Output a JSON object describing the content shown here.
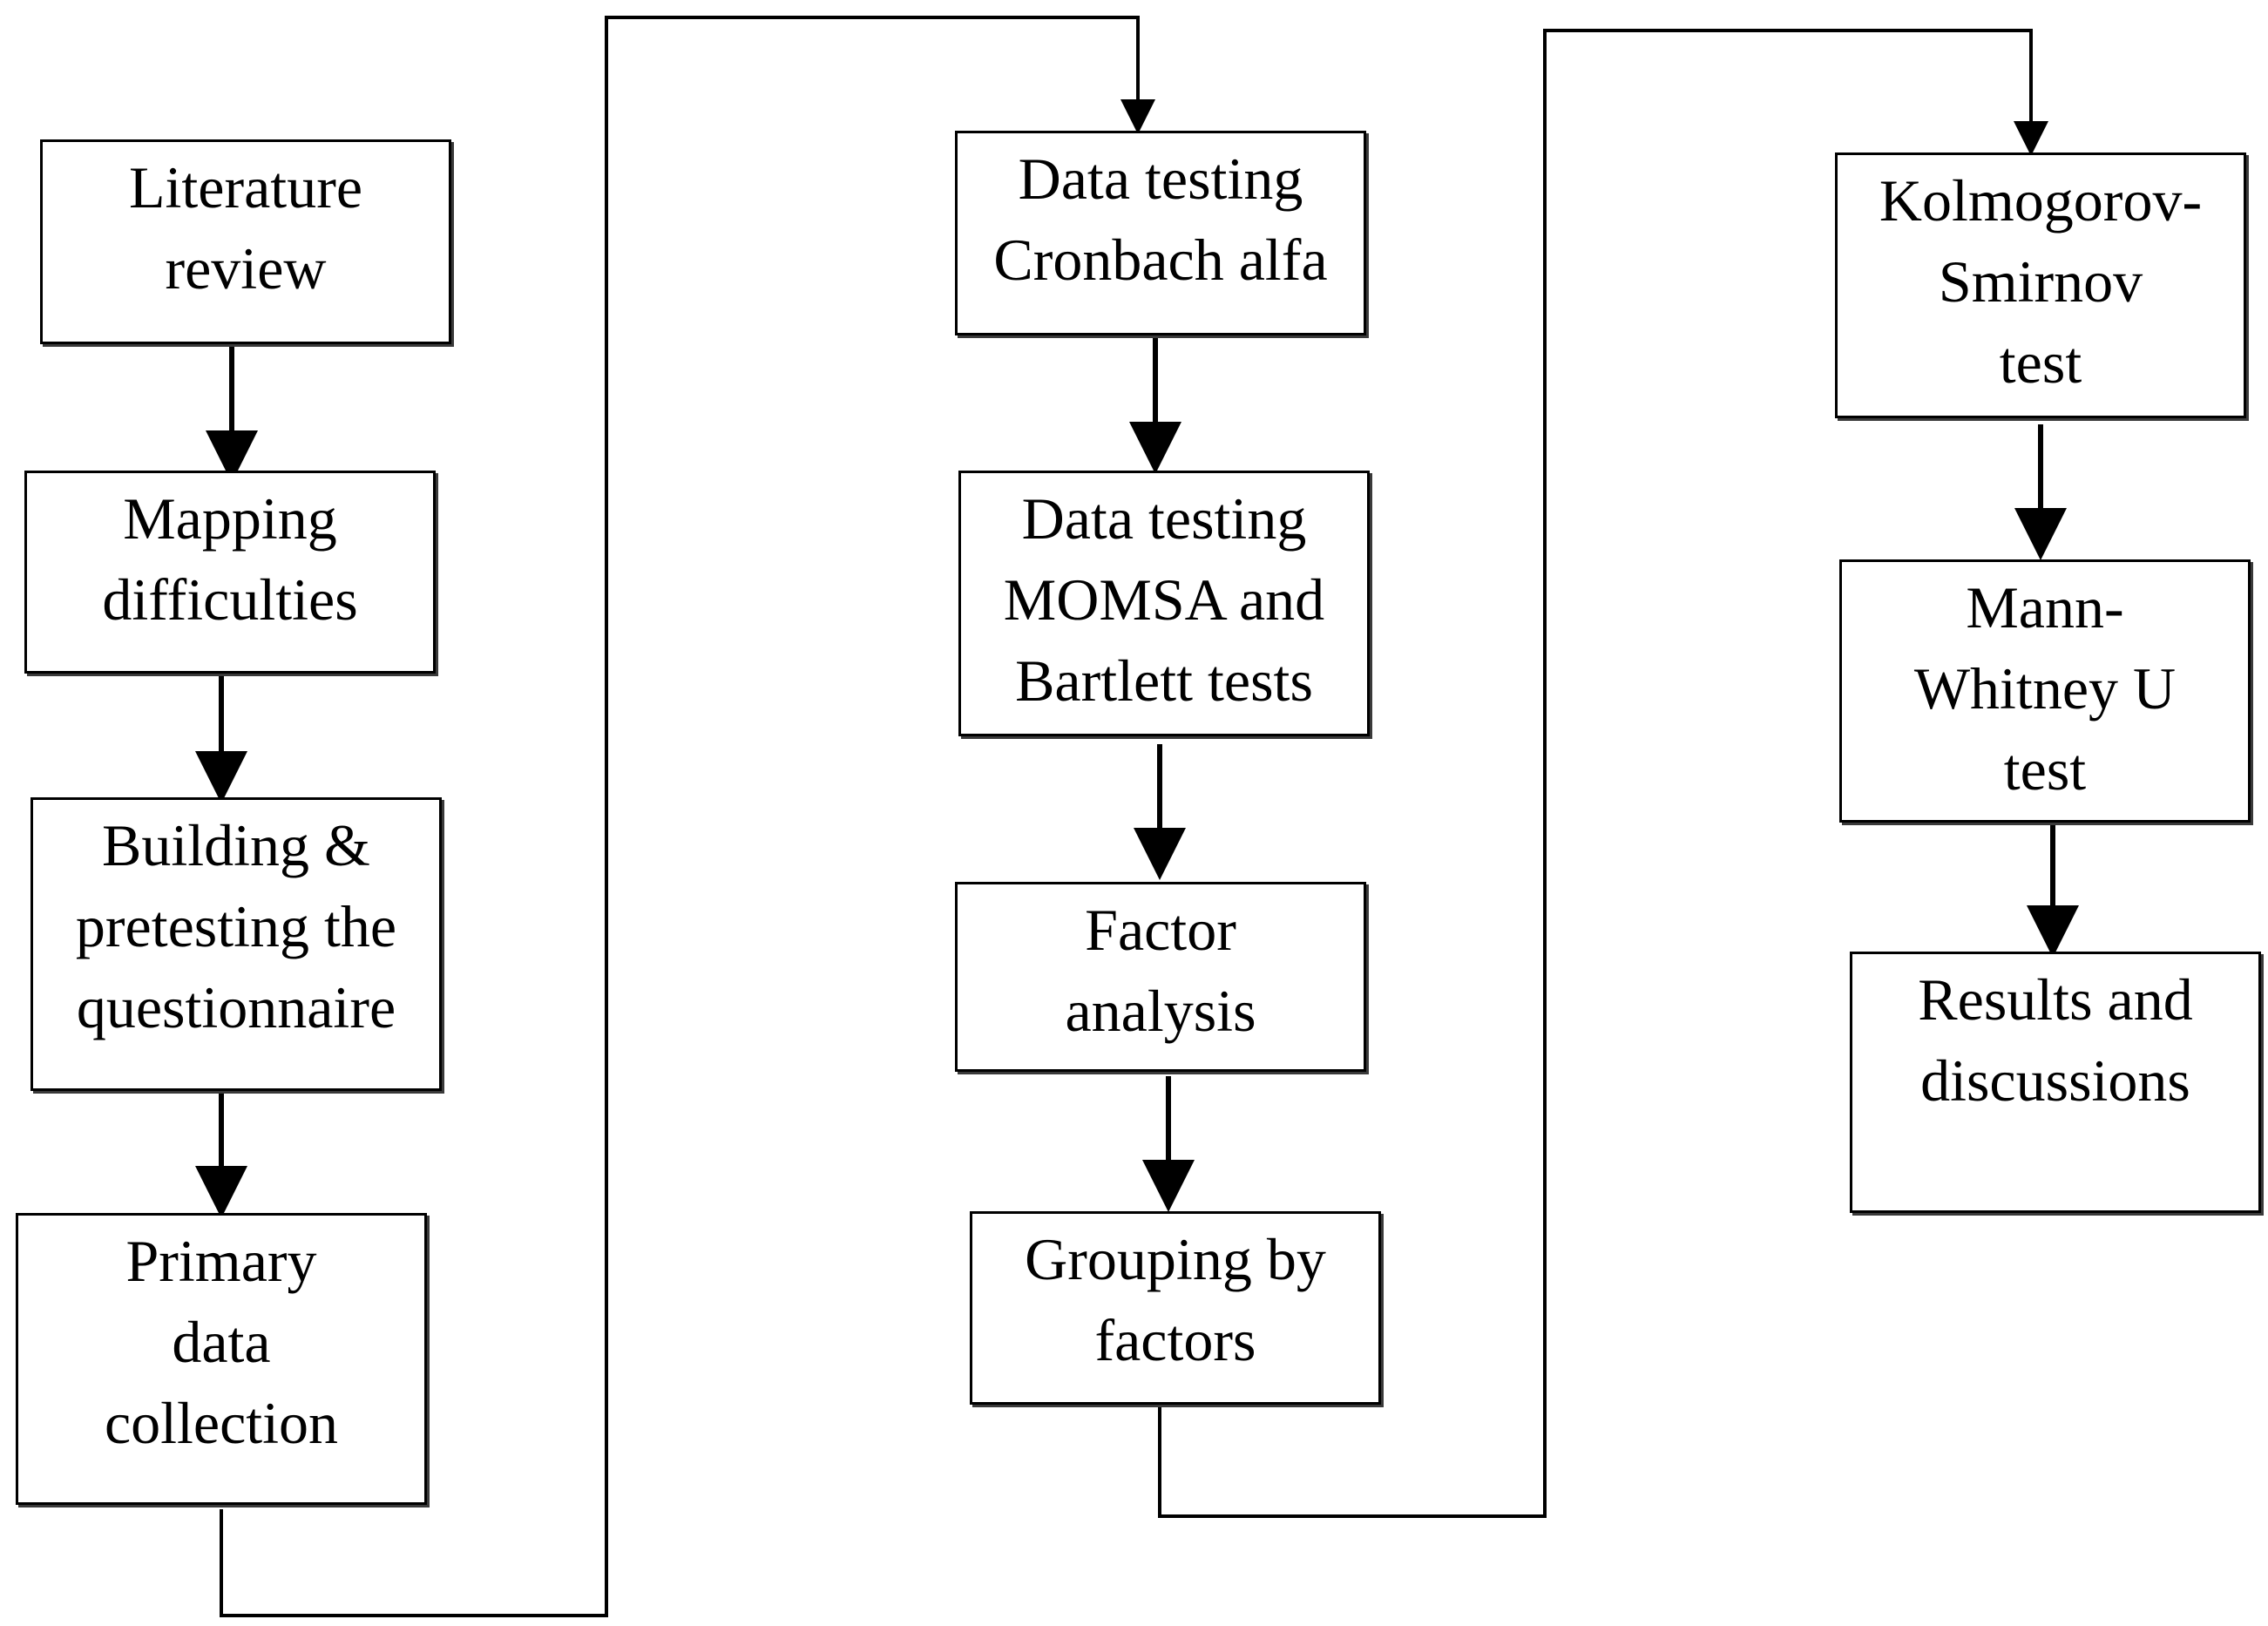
{
  "flowchart": {
    "steps": [
      {
        "id": "s1",
        "label": "Literature\nreview"
      },
      {
        "id": "s2",
        "label": "Mapping\ndifficulties"
      },
      {
        "id": "s3",
        "label": "Building &\npretesting the\nquestionnaire"
      },
      {
        "id": "s4",
        "label": "Primary\ndata\ncollection"
      },
      {
        "id": "s5",
        "label": "Data testing\nCronbach alfa"
      },
      {
        "id": "s6",
        "label": "Data testing\nMOMSA and\nBartlett tests"
      },
      {
        "id": "s7",
        "label": "Factor\nanalysis"
      },
      {
        "id": "s8",
        "label": "Grouping by\nfactors"
      },
      {
        "id": "s9",
        "label": "Kolmogorov-\nSmirnov\ntest"
      },
      {
        "id": "s10",
        "label": "Mann-\nWhitney U\ntest"
      },
      {
        "id": "s11",
        "label": "Results and\ndiscussions"
      }
    ],
    "edges": [
      {
        "from": "s1",
        "to": "s2"
      },
      {
        "from": "s2",
        "to": "s3"
      },
      {
        "from": "s3",
        "to": "s4"
      },
      {
        "from": "s4",
        "to": "s5"
      },
      {
        "from": "s5",
        "to": "s6"
      },
      {
        "from": "s6",
        "to": "s7"
      },
      {
        "from": "s7",
        "to": "s8"
      },
      {
        "from": "s8",
        "to": "s9"
      },
      {
        "from": "s9",
        "to": "s10"
      },
      {
        "from": "s10",
        "to": "s11"
      }
    ]
  }
}
